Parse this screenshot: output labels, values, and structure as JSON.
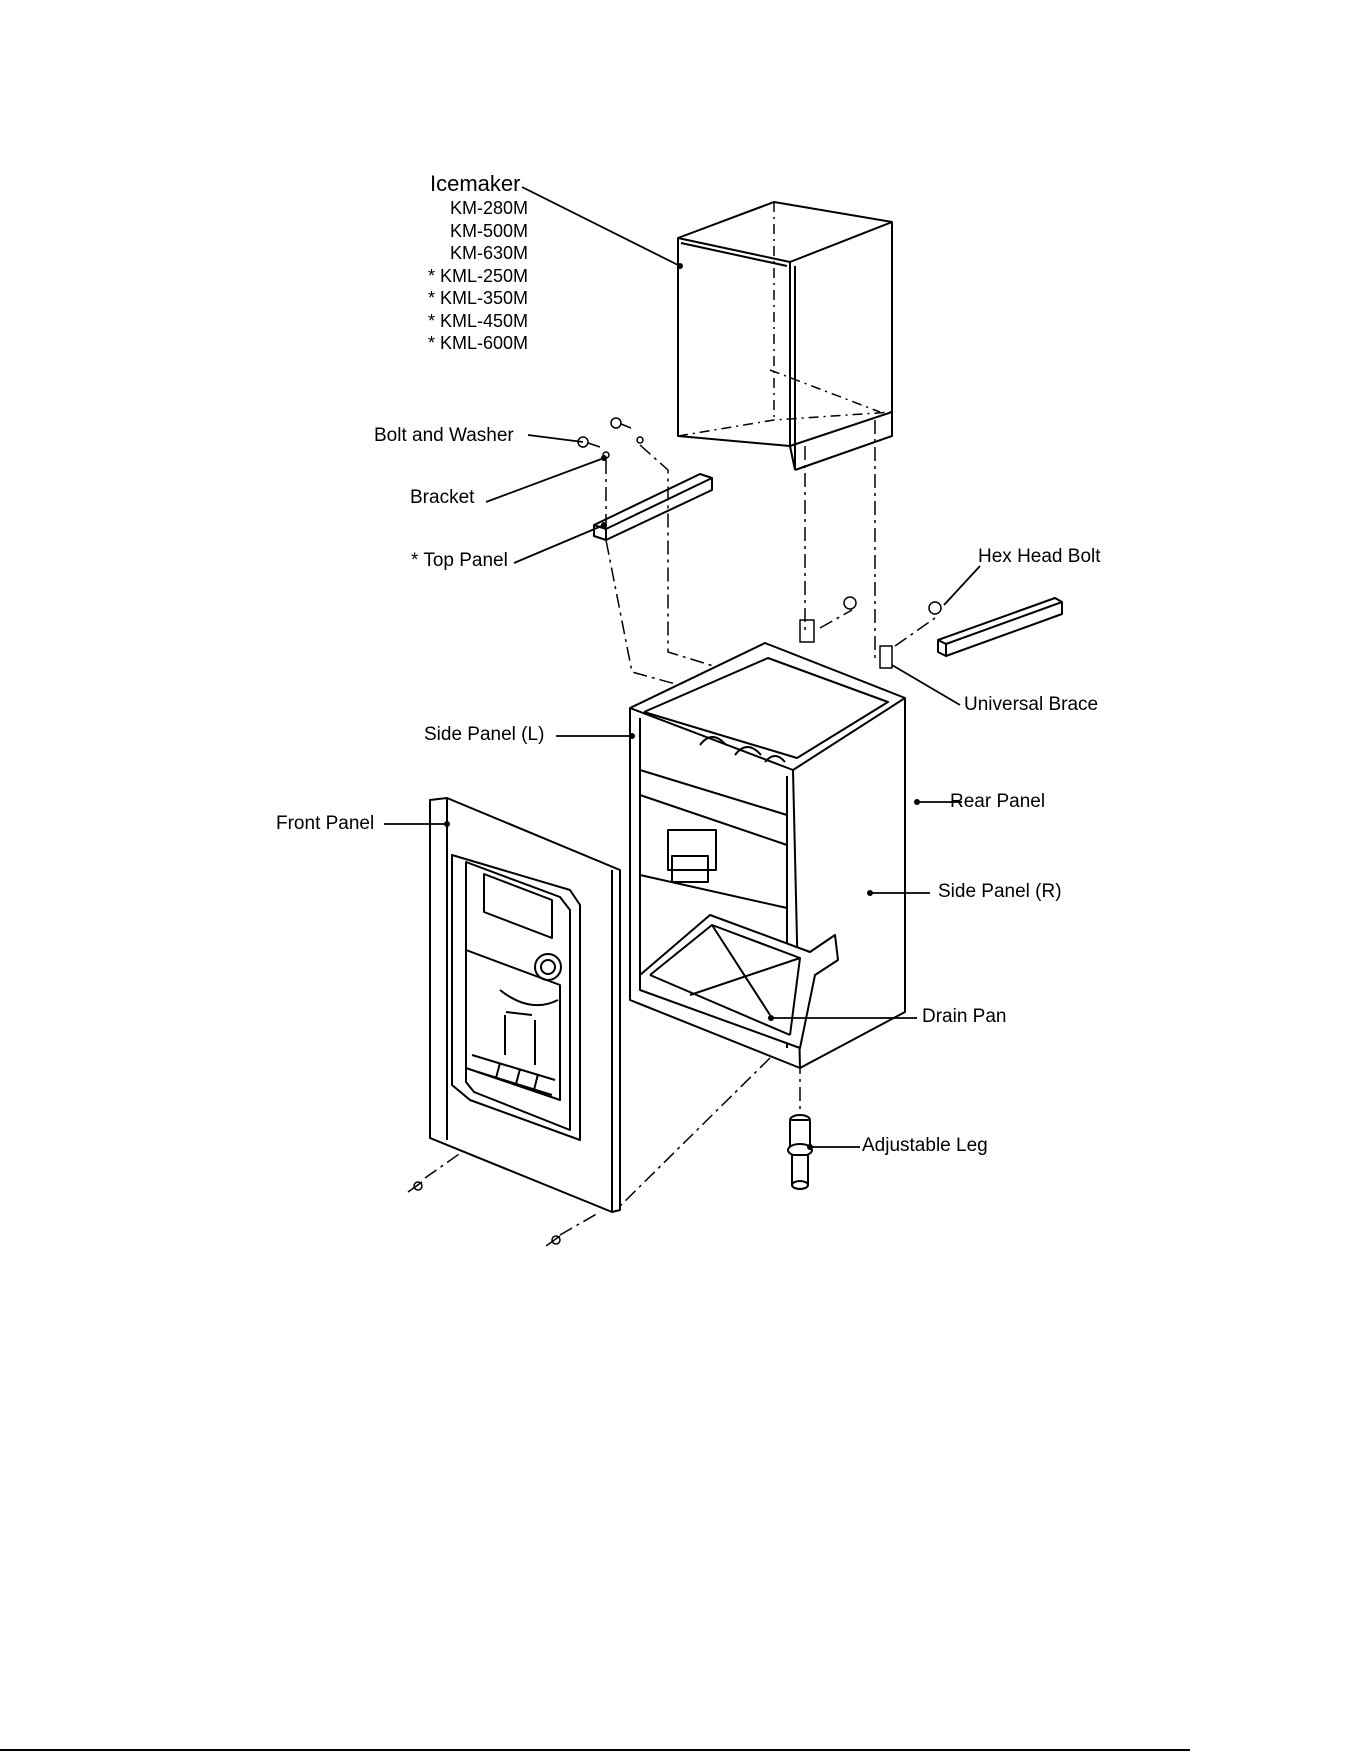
{
  "diagram": {
    "icemaker_label": "Icemaker",
    "models": [
      "KM-280M",
      "KM-500M",
      "KM-630M",
      "* KML-250M",
      "* KML-350M",
      "* KML-450M",
      "* KML-600M"
    ],
    "labels": {
      "bolt_washer": "Bolt and Washer",
      "bracket": "Bracket",
      "top_panel": "* Top Panel",
      "hex_head_bolt": "Hex Head Bolt",
      "universal_brace": "Universal Brace",
      "side_panel_l": "Side Panel (L)",
      "rear_panel": "Rear Panel",
      "front_panel": "Front Panel",
      "side_panel_r": "Side Panel (R)",
      "drain_pan": "Drain Pan",
      "adjustable_leg": "Adjustable Leg"
    }
  }
}
